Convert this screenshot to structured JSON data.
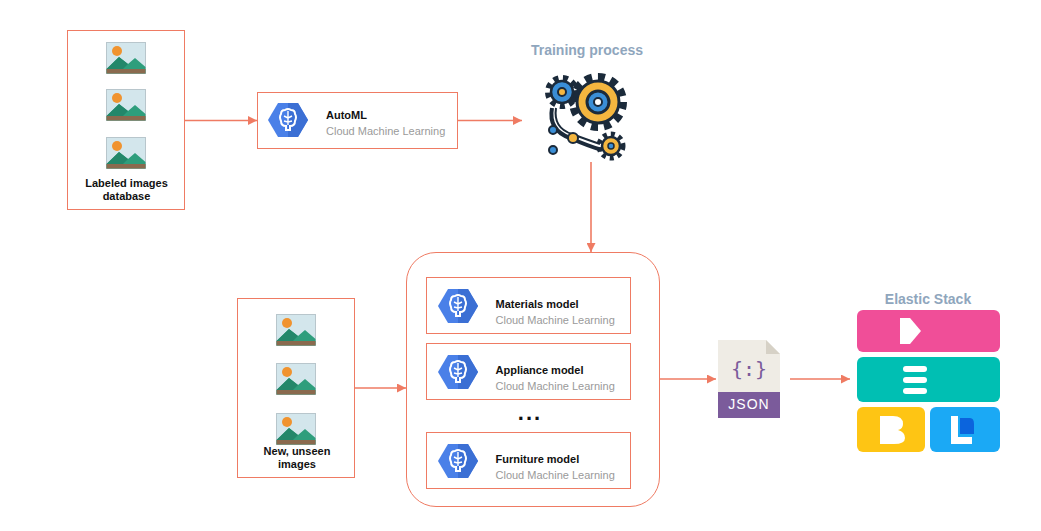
{
  "diagram": {
    "nodes": [
      {
        "text": [
          "Labeled images database"
        ]
      },
      {
        "text": [
          "AutoML",
          "Cloud Machine Learning"
        ]
      },
      {
        "text": [
          "Training process"
        ]
      },
      {
        "text": [
          "New, unseen images"
        ]
      },
      {
        "text": []
      },
      {
        "text": [
          "Materials model",
          "Cloud Machine Learning"
        ],
        "in": 4
      },
      {
        "text": [
          "Appliance model",
          "Cloud Machine Learning"
        ],
        "in": 4
      },
      {
        "text": [
          "Furniture model",
          "Cloud Machine Learning"
        ],
        "in": 4
      },
      {
        "text": [
          "{:}",
          "JSON"
        ]
      },
      {
        "text": [
          "Elastic Stack"
        ]
      }
    ],
    "edges": [
      {
        "from": 0,
        "to": 1,
        "arrow": "to"
      },
      {
        "from": 1,
        "to": 2,
        "arrow": "to"
      },
      {
        "from": 2,
        "to": 4,
        "arrow": "to"
      },
      {
        "from": 3,
        "to": 4,
        "arrow": "to"
      },
      {
        "from": 4,
        "to": 8,
        "arrow": "to"
      },
      {
        "from": 8,
        "to": 9,
        "arrow": "to"
      }
    ],
    "labels": [
      "..."
    ]
  }
}
